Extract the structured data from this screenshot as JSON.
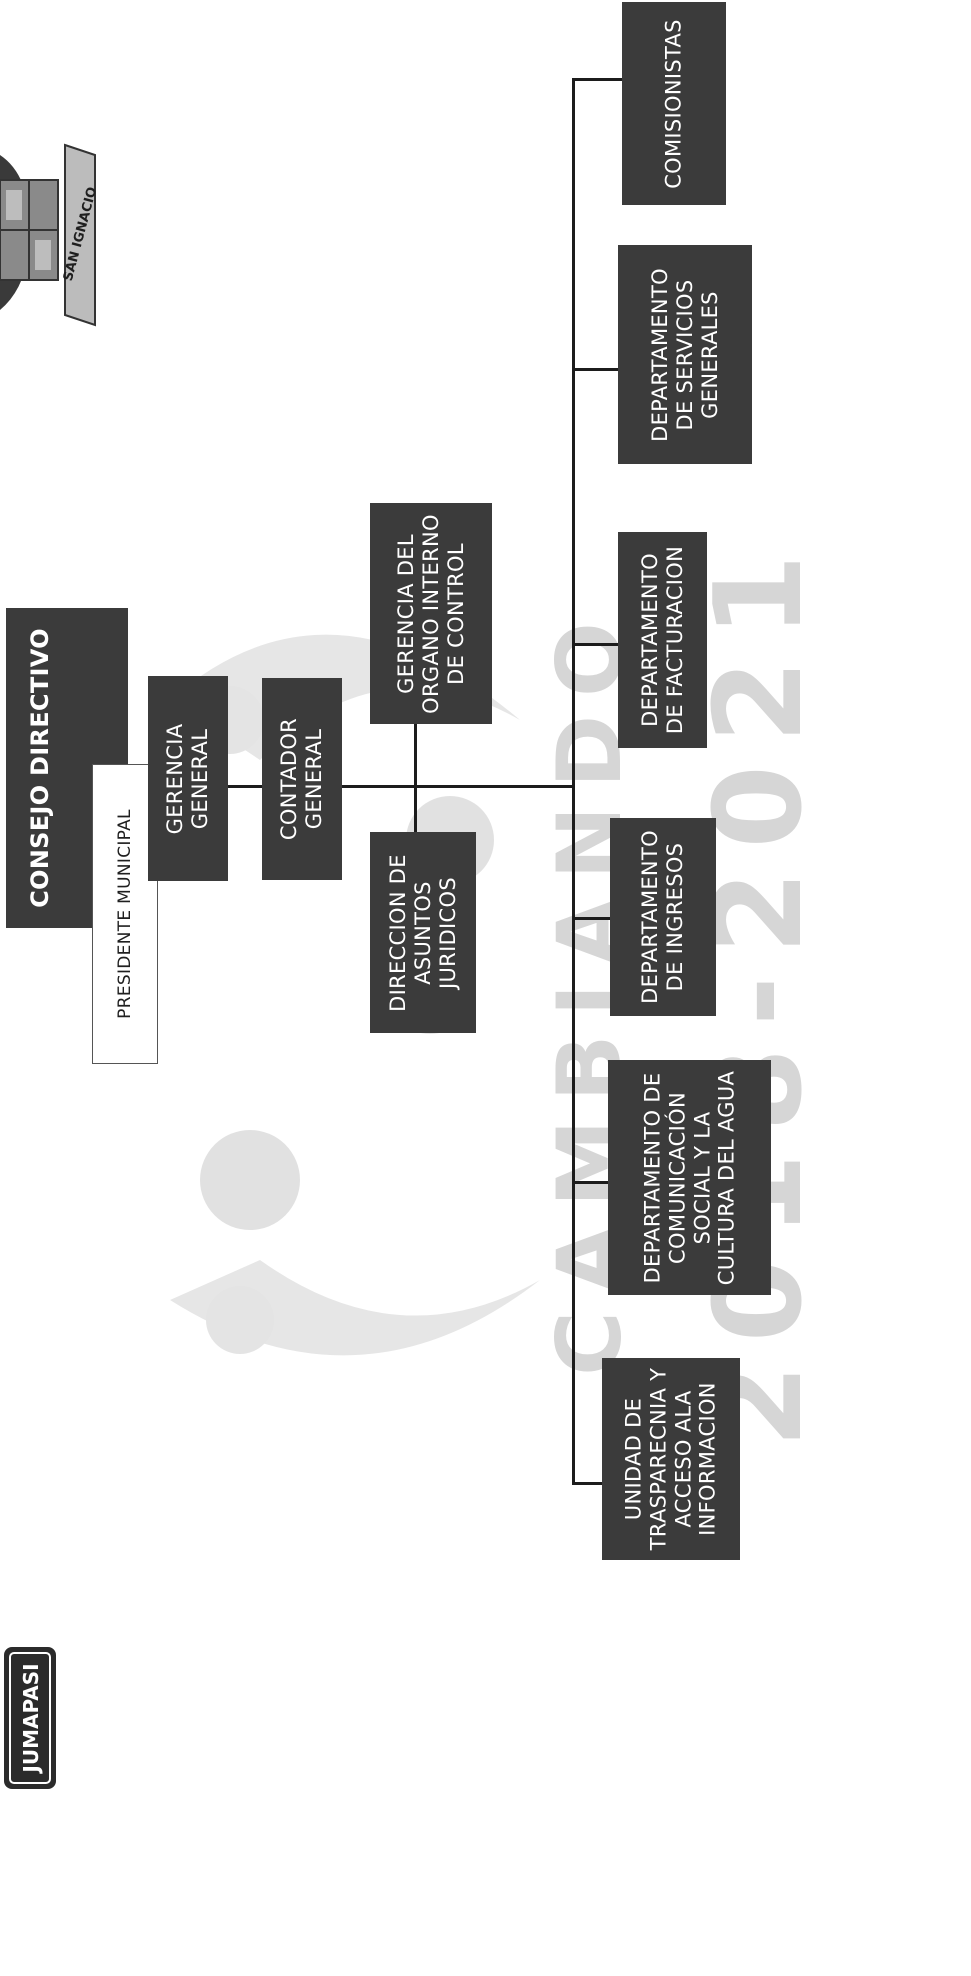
{
  "logos": {
    "left": "JUMAPASI",
    "right": "SAN IGNACIO"
  },
  "watermark": {
    "line1": "CAMBIANDO",
    "line2": "2018-2021"
  },
  "consejo": {
    "title": "CONSEJO DIRECTIVO",
    "subtitle": "PRESIDENTE MUNICIPAL"
  },
  "gerencia_general": [
    "GERENCIA",
    "GENERAL"
  ],
  "contador_general": [
    "CONTADOR",
    "GENERAL"
  ],
  "organo_interno": [
    "GERENCIA DEL",
    "ORGANO INTERNO",
    "DE CONTROL"
  ],
  "asuntos_juridicos": [
    "DIRECCION DE",
    "ASUNTOS",
    "JURIDICOS"
  ],
  "departments": {
    "transparencia": [
      "UNIDAD DE",
      "TRASPARECNIA Y",
      "ACCESO ALA",
      "INFORMACION"
    ],
    "comunicacion": [
      "DEPARTAMENTO DE",
      "COMUNICACIÓN",
      "SOCIAL  Y LA",
      "CULTURA DEL AGUA"
    ],
    "ingresos": [
      "DEPARTAMENTO",
      "DE INGRESOS"
    ],
    "facturacion": [
      "DEPARTAMENTO",
      "DE FACTURACION"
    ],
    "servicios": [
      "DEPARTAMENTO",
      "DE SERVICIOS",
      "GENERALES"
    ],
    "comisionistas": [
      "COMISIONISTAS"
    ]
  },
  "colors": {
    "box": "#3b3b3b",
    "line": "#1c1c1c",
    "watermark": "#d6d6d6"
  }
}
